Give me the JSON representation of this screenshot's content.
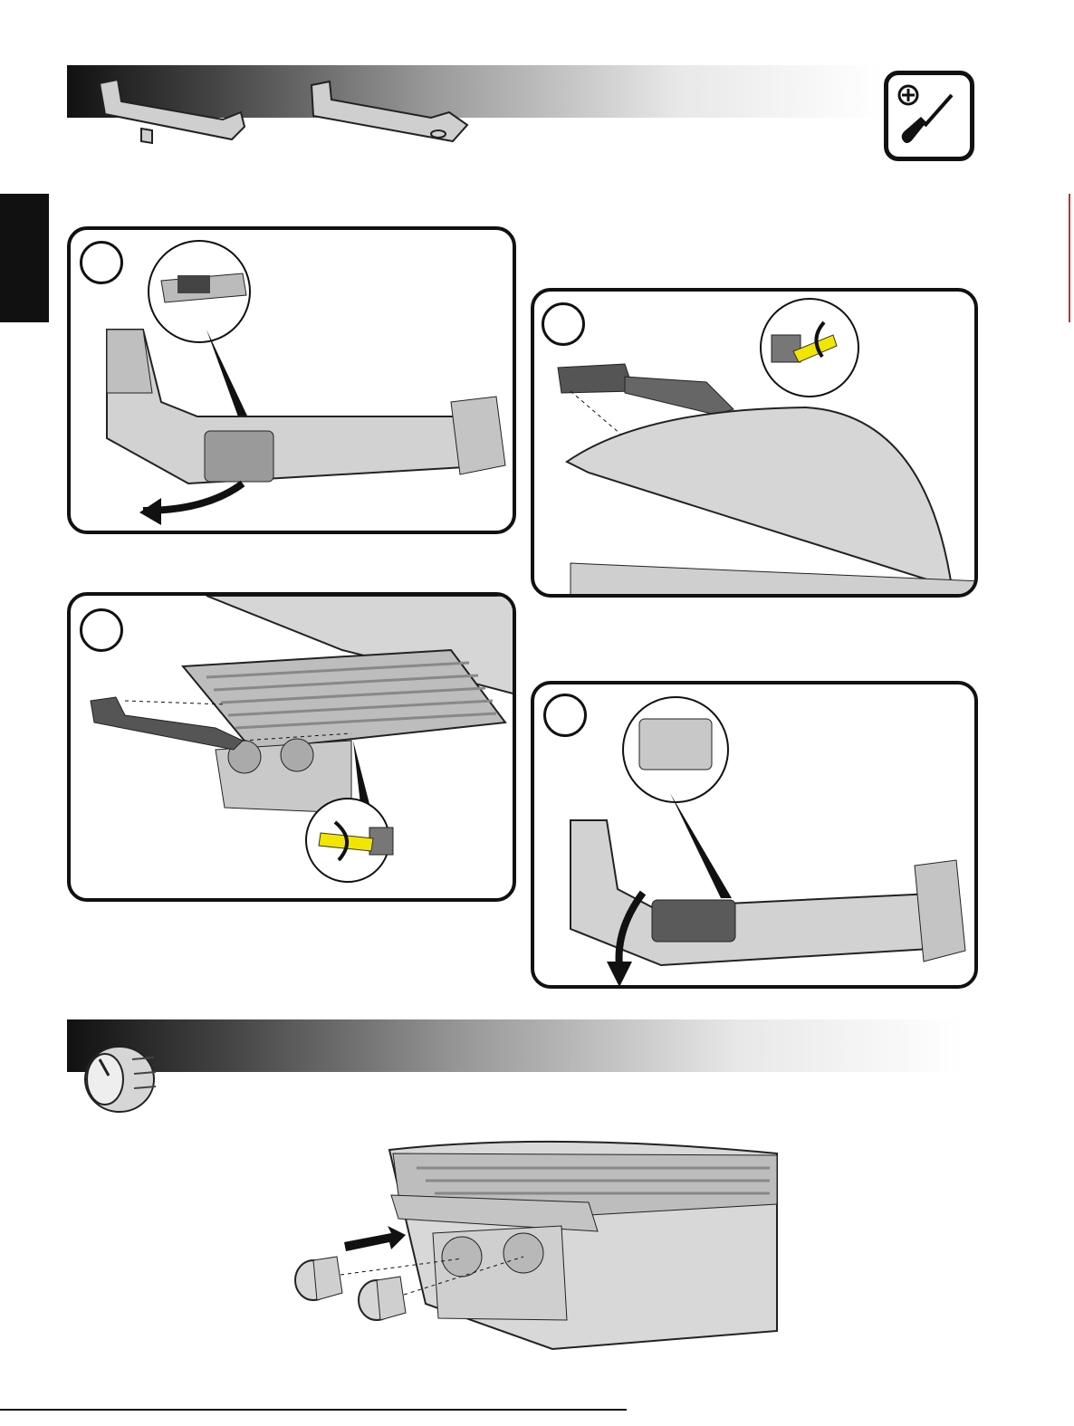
{
  "sections": [
    {
      "id": "handle-installation",
      "icon": "handle-icon"
    },
    {
      "id": "knob-installation",
      "icon": "control-knob-icon"
    }
  ],
  "tool": {
    "icon": "phillips-screwdriver-icon"
  },
  "steps": [
    {
      "number": "",
      "panel": "remove-handle-clip"
    },
    {
      "number": "",
      "panel": "attach-handle-to-lid"
    },
    {
      "number": "",
      "panel": "attach-handle-to-front"
    },
    {
      "number": "",
      "panel": "replace-handle-clip"
    }
  ],
  "colors": {
    "accent": "#f2e600",
    "ink": "#111111",
    "part_fill": "#d6d6d6",
    "side_tab": "#111111"
  }
}
